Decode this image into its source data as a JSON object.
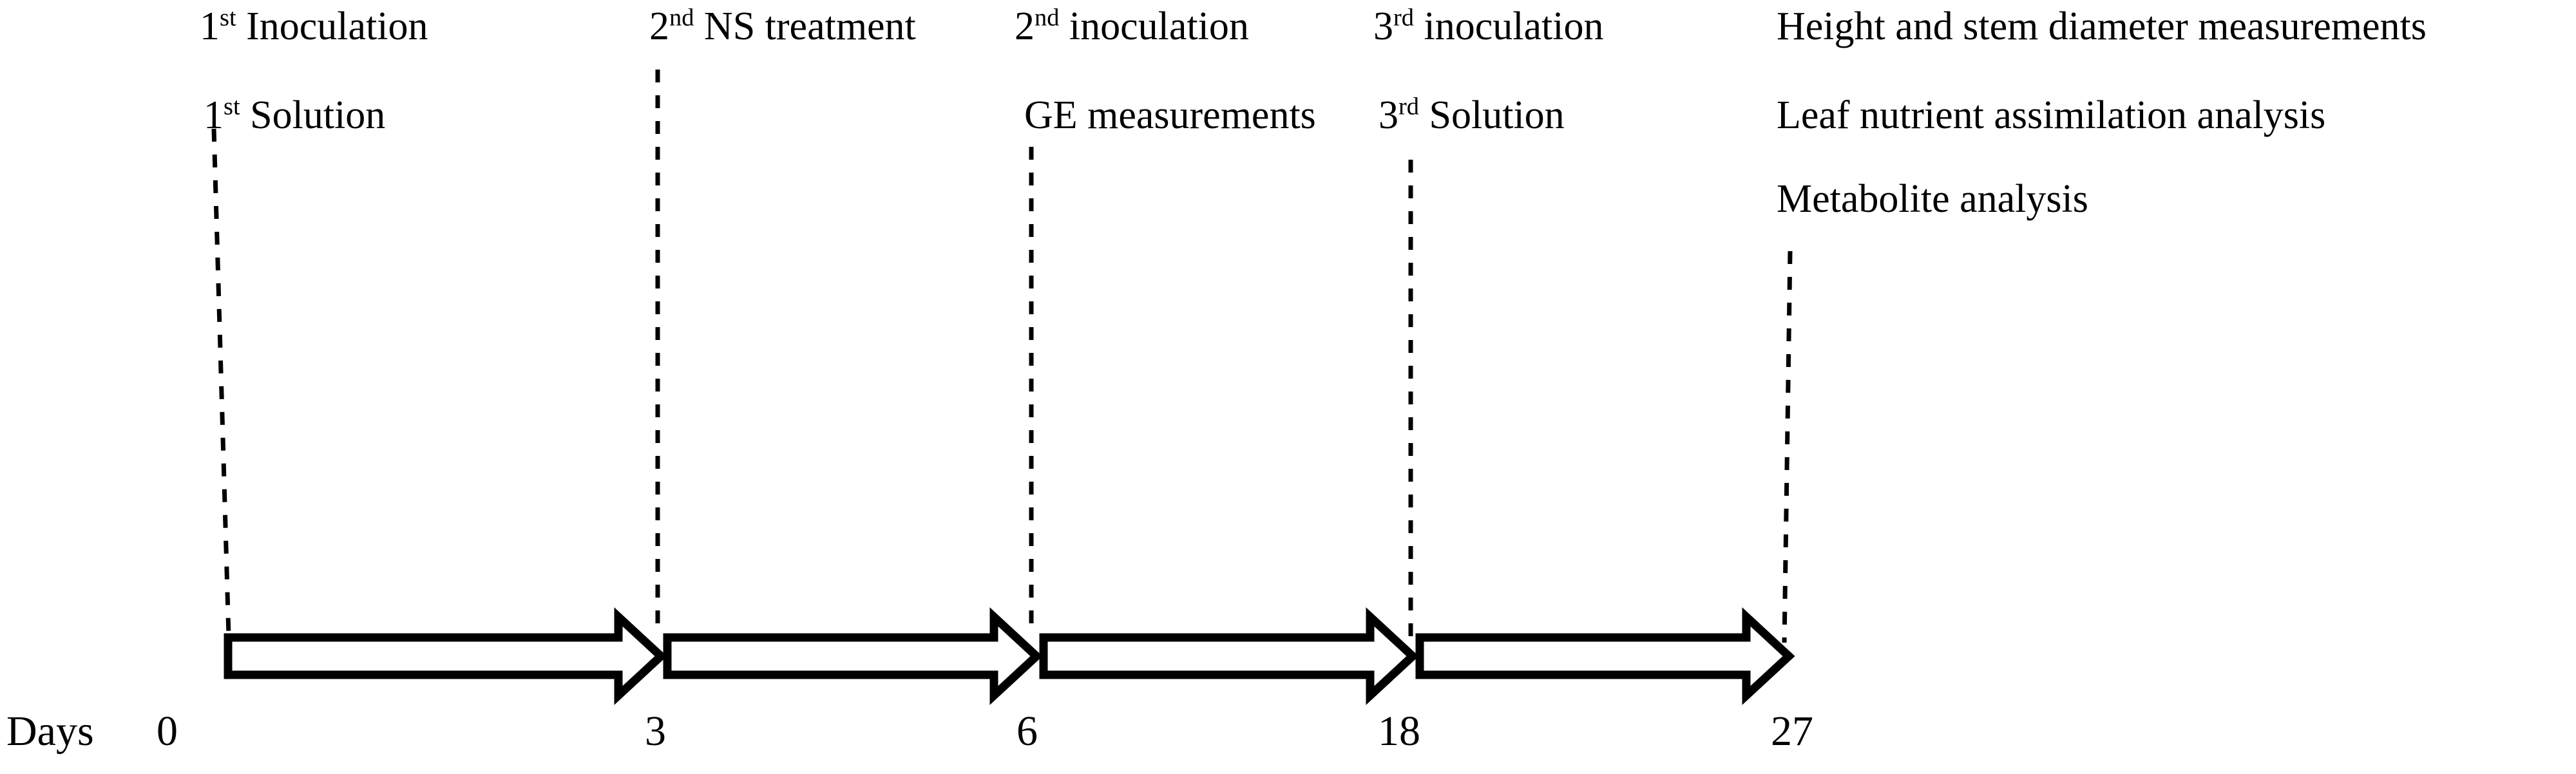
{
  "figure": {
    "type": "experimental-timeline",
    "axis_label": "Days",
    "background_color": "#ffffff",
    "line_color": "#000000"
  },
  "timepoints": [
    {
      "day": "0",
      "x_fraction": 0.084,
      "events": [
        "1st Inoculation",
        "1st Solution"
      ]
    },
    {
      "day": "3",
      "x_fraction": 0.254,
      "events": [
        "2nd NS treatment"
      ]
    },
    {
      "day": "6",
      "x_fraction": 0.4,
      "events": [
        "2nd inoculation",
        "GE measurements"
      ]
    },
    {
      "day": "18",
      "x_fraction": 0.548,
      "events": [
        "3rd inoculation",
        "3rd Solution"
      ]
    },
    {
      "day": "27",
      "x_fraction": 0.694,
      "events": [
        "Height and stem diameter measurements",
        "Leaf nutrient assimilation analysis",
        "Metabolite analysis"
      ]
    }
  ],
  "labels": {
    "e1_ord": "1",
    "e1_sup": "st",
    "e1_text": " Inoculation",
    "e1b_ord": "1",
    "e1b_sup": "st",
    "e1b_text": " Solution",
    "e2_ord": "2",
    "e2_sup": "nd",
    "e2_text": " NS treatment",
    "e3_ord": "2",
    "e3_sup": "nd",
    "e3_text": " inoculation",
    "e3b_text": "GE measurements",
    "e4_ord": "3",
    "e4_sup": "rd",
    "e4_text": " inoculation",
    "e4b_ord": "3",
    "e4b_sup": "rd",
    "e4b_text": " Solution",
    "e5_line1": "Height and stem diameter measurements",
    "e5_line2": "Leaf nutrient assimilation analysis",
    "e5_line3": "Metabolite analysis"
  },
  "axis": {
    "word": "Days",
    "ticks": [
      "0",
      "3",
      "6",
      "18",
      "27"
    ]
  },
  "arrows": [
    {
      "from_day": "0",
      "to_day": "3",
      "label": "segment-0-to-3"
    },
    {
      "from_day": "3",
      "to_day": "6",
      "label": "segment-3-to-6"
    },
    {
      "from_day": "6",
      "to_day": "18",
      "label": "segment-6-to-18"
    },
    {
      "from_day": "18",
      "to_day": "27",
      "label": "segment-18-to-27"
    }
  ]
}
